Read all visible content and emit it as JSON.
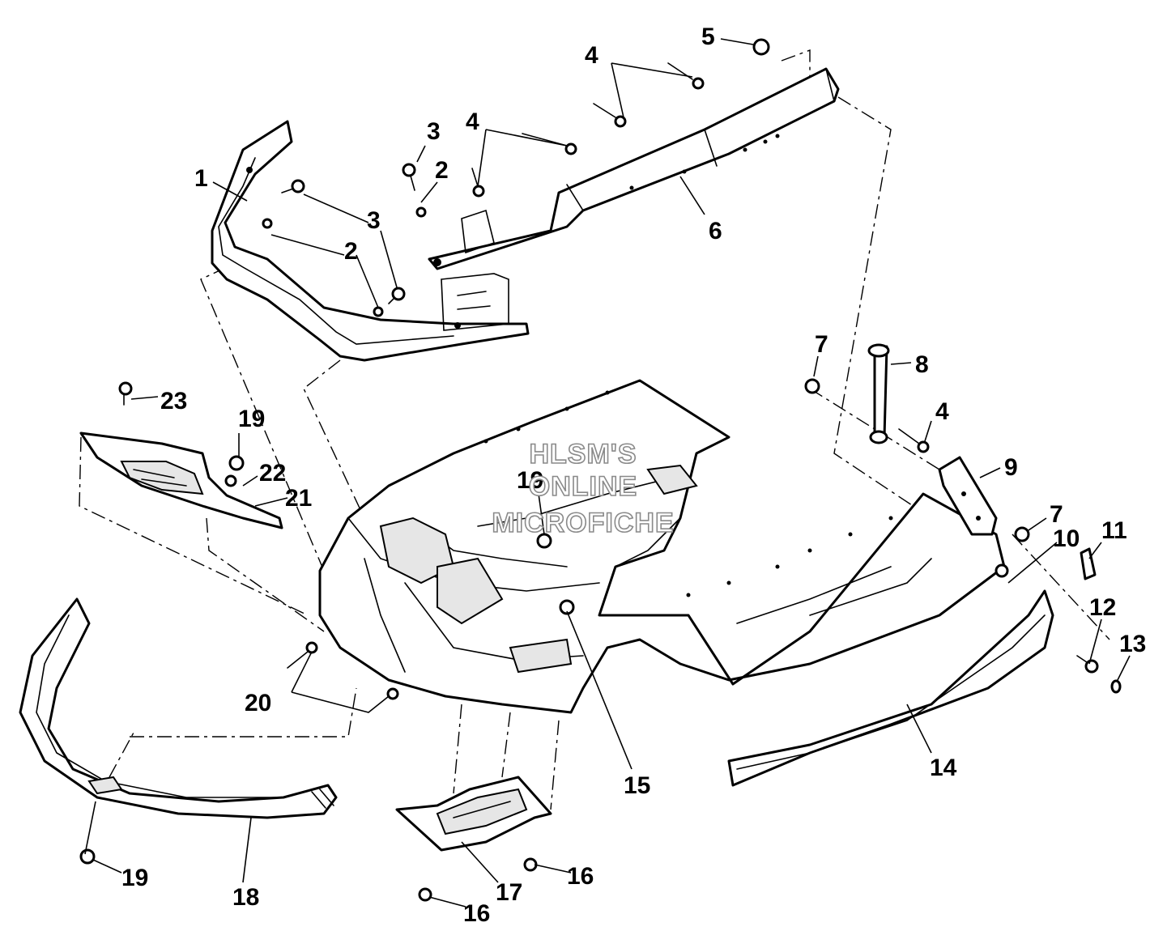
{
  "watermark": {
    "line1": "HLSM'S",
    "line2": "ONLINE",
    "line3": "MICROFICHE"
  },
  "callouts": [
    {
      "id": "c1",
      "label": "1"
    },
    {
      "id": "c2a",
      "label": "2"
    },
    {
      "id": "c2b",
      "label": "2"
    },
    {
      "id": "c3a",
      "label": "3"
    },
    {
      "id": "c3b",
      "label": "3"
    },
    {
      "id": "c4a",
      "label": "4"
    },
    {
      "id": "c4b",
      "label": "4"
    },
    {
      "id": "c4c",
      "label": "4"
    },
    {
      "id": "c5",
      "label": "5"
    },
    {
      "id": "c6",
      "label": "6"
    },
    {
      "id": "c7a",
      "label": "7"
    },
    {
      "id": "c7b",
      "label": "7"
    },
    {
      "id": "c8",
      "label": "8"
    },
    {
      "id": "c9",
      "label": "9"
    },
    {
      "id": "c10",
      "label": "10"
    },
    {
      "id": "c11",
      "label": "11"
    },
    {
      "id": "c12",
      "label": "12"
    },
    {
      "id": "c13",
      "label": "13"
    },
    {
      "id": "c14",
      "label": "14"
    },
    {
      "id": "c15",
      "label": "15"
    },
    {
      "id": "c16a",
      "label": "16"
    },
    {
      "id": "c16b",
      "label": "16"
    },
    {
      "id": "c17",
      "label": "17"
    },
    {
      "id": "c18",
      "label": "18"
    },
    {
      "id": "c19a",
      "label": "19"
    },
    {
      "id": "c19b",
      "label": "19"
    },
    {
      "id": "c19c",
      "label": "19"
    },
    {
      "id": "c20",
      "label": "20"
    },
    {
      "id": "c21",
      "label": "21"
    },
    {
      "id": "c22",
      "label": "22"
    },
    {
      "id": "c23",
      "label": "23"
    }
  ]
}
